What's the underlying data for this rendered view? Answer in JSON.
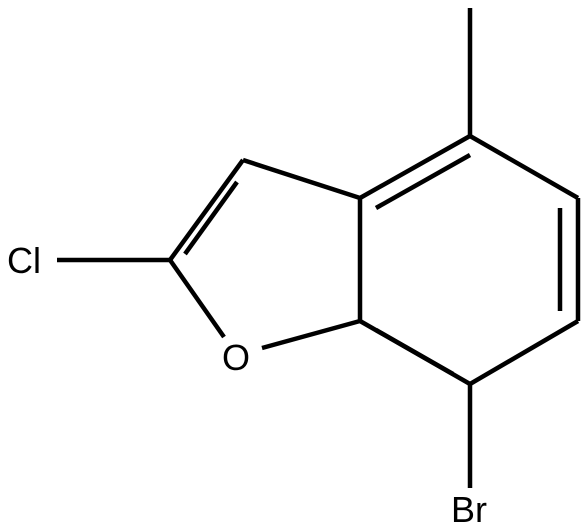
{
  "molecule": {
    "atoms": {
      "chlorine": "Cl",
      "oxygen": "O",
      "bromine": "Br"
    },
    "colors": {
      "bond": "#000000",
      "label": "#000000",
      "background": "#ffffff"
    }
  }
}
